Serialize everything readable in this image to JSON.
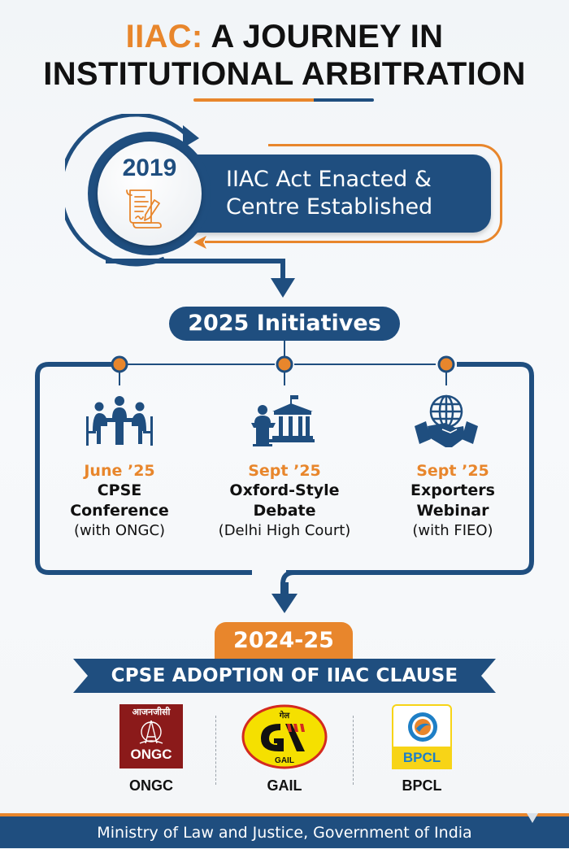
{
  "header": {
    "title_accent": "IIAC:",
    "title_line1_rest": " A JOURNEY IN",
    "title_line2": "INSTITUTIONAL ARBITRATION"
  },
  "milestone_2019": {
    "year": "2019",
    "icon": "document-signing-icon",
    "text_line1": "IIAC Act Enacted &",
    "text_line2": "Centre Established"
  },
  "initiatives": {
    "heading": "2025 Initiatives",
    "items": [
      {
        "date": "June ’25",
        "title_line1": "CPSE",
        "title_line2": "Conference",
        "subtitle": "(with ONGC)",
        "icon": "meeting-table-icon"
      },
      {
        "date": "Sept ’25",
        "title_line1": "Oxford-Style",
        "title_line2": "Debate",
        "subtitle": "(Delhi High Court)",
        "icon": "podium-courthouse-icon"
      },
      {
        "date": "Sept ’25",
        "title_line1": "Exporters",
        "title_line2": "Webinar",
        "subtitle": "(with FIEO)",
        "icon": "globe-handshake-icon"
      }
    ]
  },
  "adoption": {
    "period": "2024-25",
    "banner": "CPSE ADOPTION OF IIAC CLAUSE",
    "companies": [
      {
        "name": "ONGC",
        "logo_hindi": "आजनजीसी",
        "logo_text": "ONGC"
      },
      {
        "name": "GAIL",
        "logo_hindi": "गेल",
        "logo_text": "GAIL"
      },
      {
        "name": "BPCL",
        "logo_text": "BPCL"
      }
    ]
  },
  "footer": {
    "text": "Ministry of Law and Justice, Government of India"
  },
  "colors": {
    "navy": "#1f4e7f",
    "orange": "#e8862c",
    "ongc_red": "#8b1a1a",
    "gail_yellow": "#f5e000",
    "gail_red": "#d42a1f",
    "bpcl_yellow": "#f7d417",
    "bpcl_blue": "#1e7fc6"
  }
}
